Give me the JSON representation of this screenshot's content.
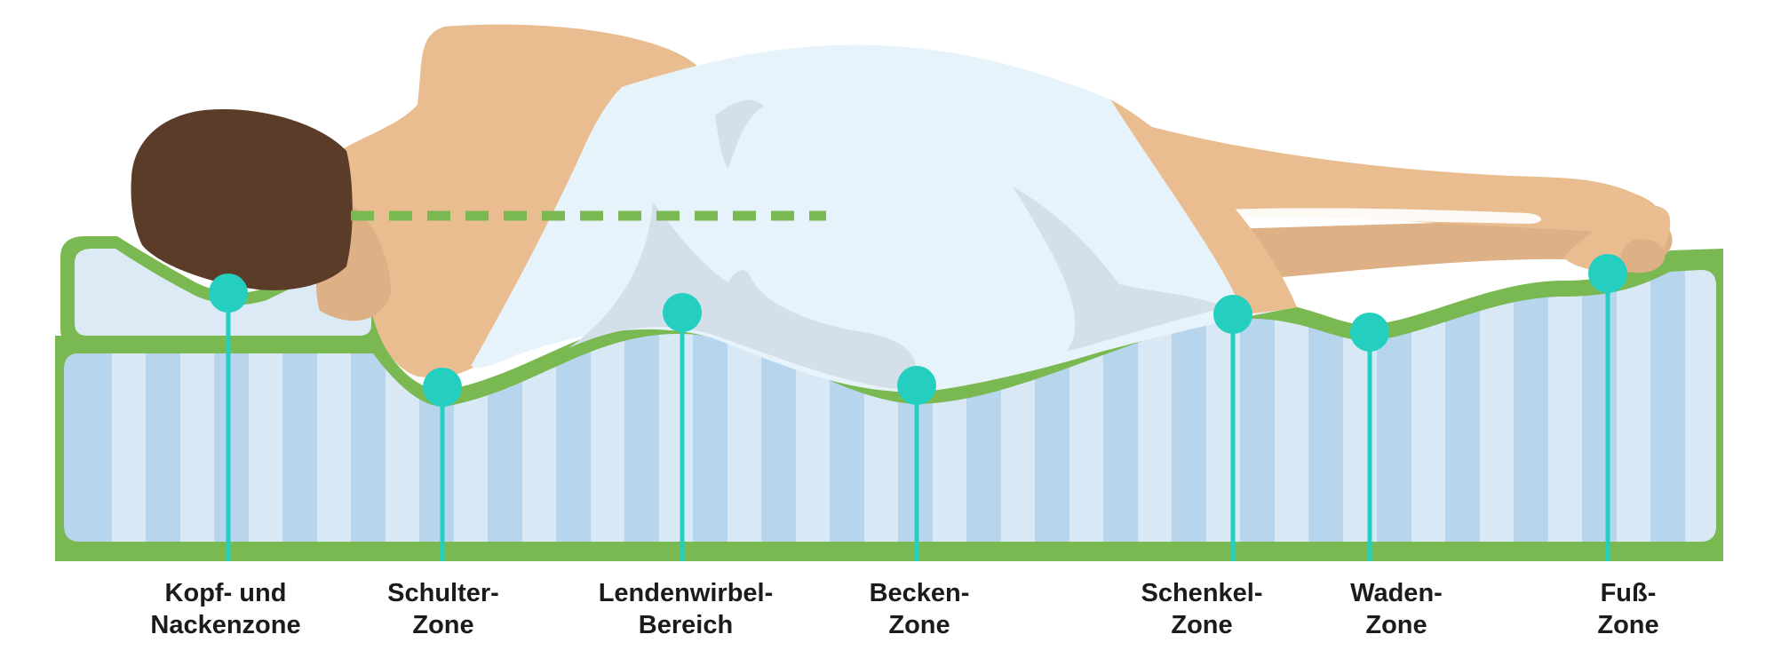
{
  "colors": {
    "mattress_frame": "#7ab851",
    "mattress_fill_light": "#d9e8f5",
    "mattress_stripe": "#b7d5ec",
    "sleeper_sheet": "#e6f3fb",
    "sheet_shadow": "#d3dfe9",
    "skin": "#e9bd90",
    "skin_shadow": "#deb085",
    "hair": "#5a3c28",
    "spine_line": "#7ab851",
    "zone_marker": "#24cfc0"
  },
  "zones": [
    {
      "id": "kopf",
      "line1": "Kopf- und",
      "line2": "Nackenzone"
    },
    {
      "id": "schulter",
      "line1": "Schulter-",
      "line2": "Zone"
    },
    {
      "id": "lenden",
      "line1": "Lendenwirbel-",
      "line2": "Bereich"
    },
    {
      "id": "becken",
      "line1": "Becken-",
      "line2": "Zone"
    },
    {
      "id": "schenkel",
      "line1": "Schenkel-",
      "line2": "Zone"
    },
    {
      "id": "waden",
      "line1": "Waden-",
      "line2": "Zone"
    },
    {
      "id": "fuss",
      "line1": "Fuß-",
      "line2": "Zone"
    }
  ]
}
